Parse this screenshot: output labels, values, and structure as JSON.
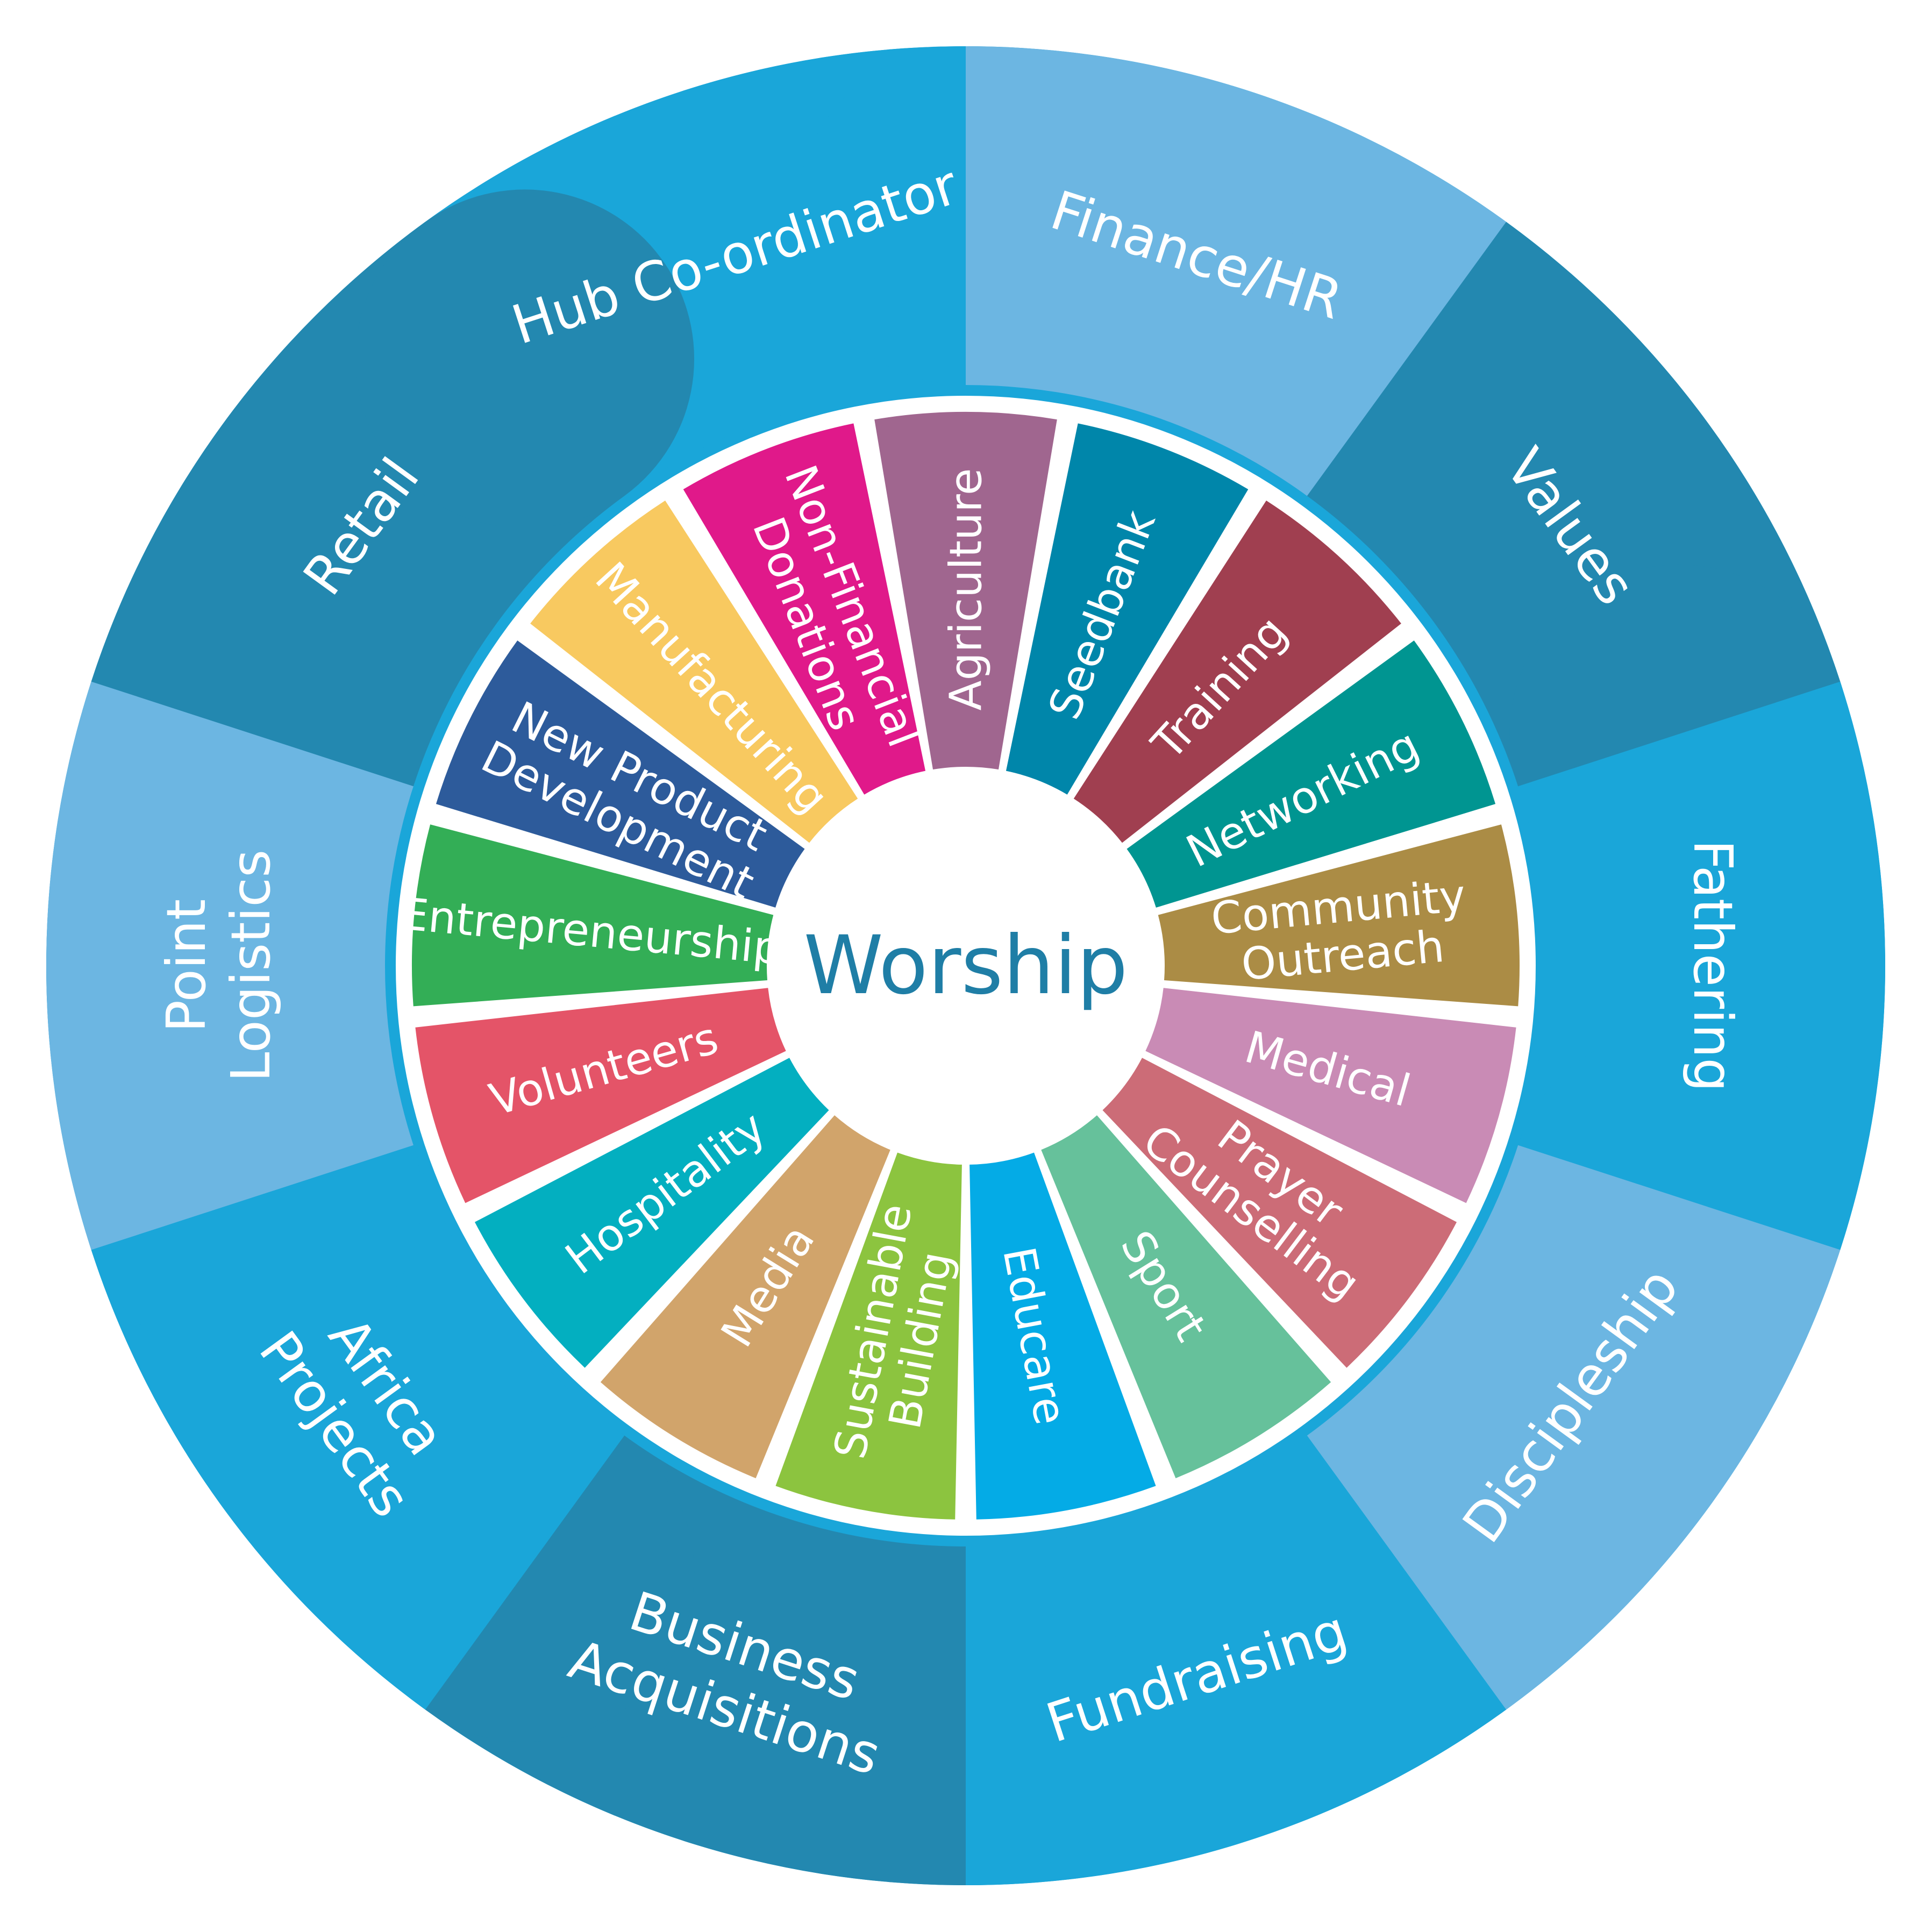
{
  "center": {
    "label": "Worship",
    "color": "#1f7ea6"
  },
  "colors": {
    "outer_medium": "#1aa6d9",
    "outer_light": "#6cb6e2",
    "outer_dark": "#2388b0",
    "ring_separator": "#ffffff"
  },
  "outer_ring": [
    {
      "lines": [
        "Hub Co-ordinator"
      ],
      "shade": "medium"
    },
    {
      "lines": [
        "Finance/HR"
      ],
      "shade": "light"
    },
    {
      "lines": [
        "Values"
      ],
      "shade": "dark"
    },
    {
      "lines": [
        "Fathering"
      ],
      "shade": "medium"
    },
    {
      "lines": [
        "Discipleship"
      ],
      "shade": "light"
    },
    {
      "lines": [
        "Fundraising"
      ],
      "shade": "medium"
    },
    {
      "lines": [
        "Business",
        "Acquisitions"
      ],
      "shade": "dark"
    },
    {
      "lines": [
        "Africa",
        "Projects"
      ],
      "shade": "medium"
    },
    {
      "lines": [
        "Point",
        "Logistics"
      ],
      "shade": "light"
    },
    {
      "lines": [
        "Retail"
      ],
      "shade": "dark"
    }
  ],
  "segments": [
    {
      "lines": [
        "Agriculture"
      ],
      "color": "#a0668f"
    },
    {
      "lines": [
        "Seedbank"
      ],
      "color": "#0086aa"
    },
    {
      "lines": [
        "Training"
      ],
      "color": "#a03f50"
    },
    {
      "lines": [
        "Networking"
      ],
      "color": "#009591"
    },
    {
      "lines": [
        "Community",
        "Outreach"
      ],
      "color": "#ab8c45"
    },
    {
      "lines": [
        "Medical"
      ],
      "color": "#c98bb5"
    },
    {
      "lines": [
        "Prayer",
        "Counselling"
      ],
      "color": "#cc6c77"
    },
    {
      "lines": [
        "Sport"
      ],
      "color": "#66c19b"
    },
    {
      "lines": [
        "Educare"
      ],
      "color": "#04abe6"
    },
    {
      "lines": [
        "Sustainable",
        "Building"
      ],
      "color": "#8cc43f"
    },
    {
      "lines": [
        "Media"
      ],
      "color": "#d1a46b"
    },
    {
      "lines": [
        "Hospitality"
      ],
      "color": "#03afc0"
    },
    {
      "lines": [
        "Volunteers"
      ],
      "color": "#e45468"
    },
    {
      "lines": [
        "Entrepreneurship"
      ],
      "color": "#33ae56"
    },
    {
      "lines": [
        "New Product",
        "Development"
      ],
      "color": "#2d5b9b"
    },
    {
      "lines": [
        "Manufacturing"
      ],
      "color": "#f8c960"
    },
    {
      "lines": [
        "Non-Financial",
        "Donations"
      ],
      "color": "#e0198a"
    }
  ]
}
